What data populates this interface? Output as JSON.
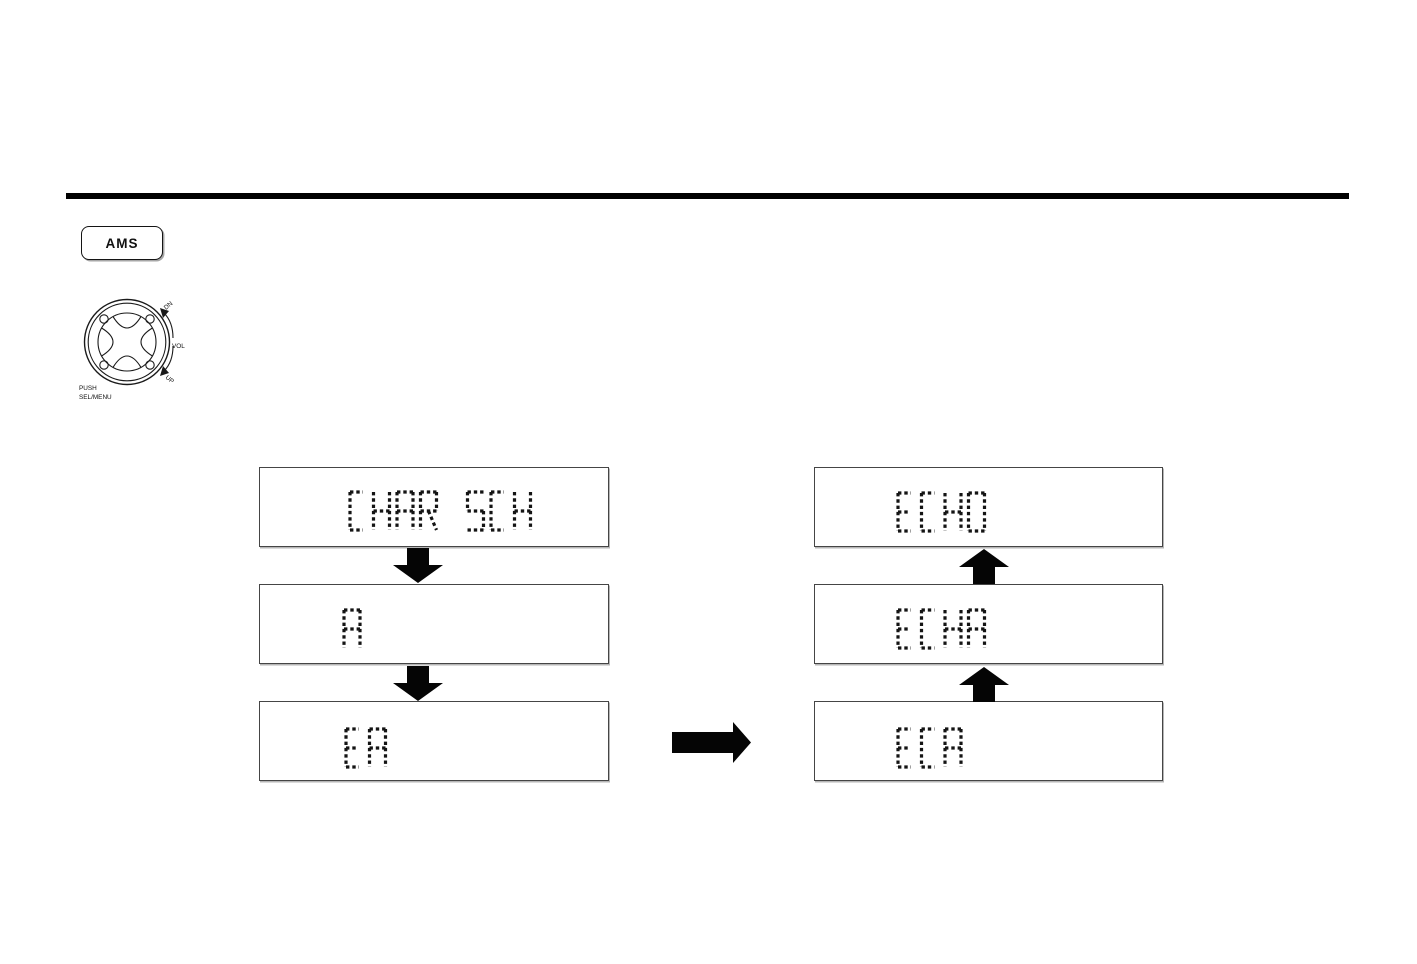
{
  "device_controls": {
    "ams_button": {
      "label": "AMS"
    },
    "rotary_knob": {
      "rotate_label_top": "DN",
      "rotate_label_middle": "VOL",
      "rotate_label_bottom": "UP",
      "push_label_line1": "PUSH",
      "push_label_line2": "SEL/MENU"
    }
  },
  "flow_diagram": {
    "left_column": {
      "step_arrow": "down",
      "displays": [
        {
          "text": "CHAR SCH"
        },
        {
          "text": "A"
        },
        {
          "text": "EA"
        }
      ]
    },
    "right_column": {
      "step_arrow": "up",
      "displays": [
        {
          "text": "ECHO"
        },
        {
          "text": "ECHA"
        },
        {
          "text": "ECA"
        }
      ]
    },
    "transition_arrow": "right"
  },
  "colors": {
    "ink": "#000000",
    "lcd_text": "#141414",
    "box_border": "#454545"
  }
}
